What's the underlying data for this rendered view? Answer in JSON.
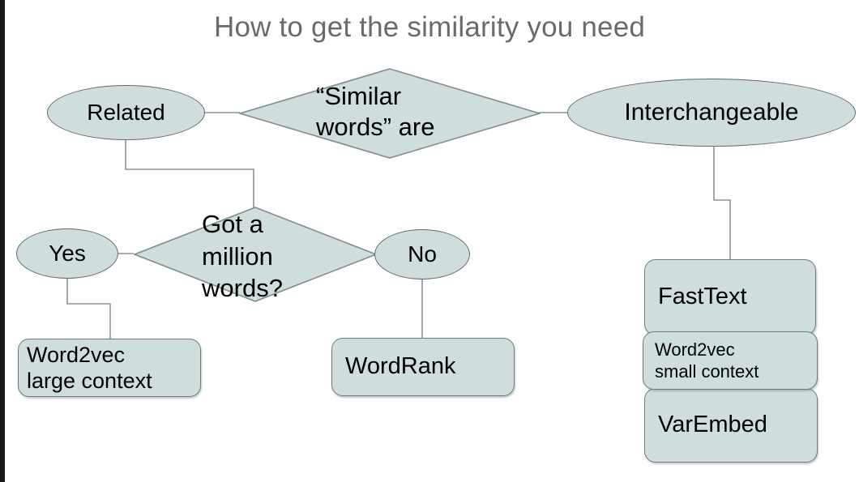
{
  "title": "How to get the similarity you need",
  "theme": {
    "shape_fill": "#cfdedd",
    "shape_stroke": "#5d6b6b",
    "connector_stroke": "#8a9494",
    "title_color": "#6a6a6a",
    "text_color": "#000000",
    "background": "#ffffff"
  },
  "diagram": {
    "type": "flowchart",
    "nodes": [
      {
        "id": "related",
        "shape": "ellipse",
        "label": "Related"
      },
      {
        "id": "similar-words",
        "shape": "diamond",
        "label": "“Similar\nwords” are"
      },
      {
        "id": "interchangeable",
        "shape": "ellipse",
        "label": "Interchangeable"
      },
      {
        "id": "got-a-million",
        "shape": "diamond",
        "label": "Got a\nmillion\nwords?"
      },
      {
        "id": "yes",
        "shape": "ellipse",
        "label": "Yes"
      },
      {
        "id": "no",
        "shape": "ellipse",
        "label": "No"
      },
      {
        "id": "word2vec-large",
        "shape": "rounded-rect",
        "label": "Word2vec\nlarge context"
      },
      {
        "id": "wordrank",
        "shape": "rounded-rect",
        "label": "WordRank"
      },
      {
        "id": "fasttext",
        "shape": "rounded-rect",
        "label": "FastText"
      },
      {
        "id": "word2vec-small",
        "shape": "rounded-rect",
        "label": "Word2vec\nsmall context"
      },
      {
        "id": "varembed",
        "shape": "rounded-rect",
        "label": "VarEmbed"
      }
    ],
    "edges": [
      {
        "from": "related",
        "to": "similar-words"
      },
      {
        "from": "similar-words",
        "to": "interchangeable"
      },
      {
        "from": "related",
        "to": "got-a-million"
      },
      {
        "from": "got-a-million",
        "to": "yes"
      },
      {
        "from": "got-a-million",
        "to": "no"
      },
      {
        "from": "yes",
        "to": "word2vec-large"
      },
      {
        "from": "no",
        "to": "wordrank"
      },
      {
        "from": "interchangeable",
        "to": "fasttext"
      }
    ]
  }
}
